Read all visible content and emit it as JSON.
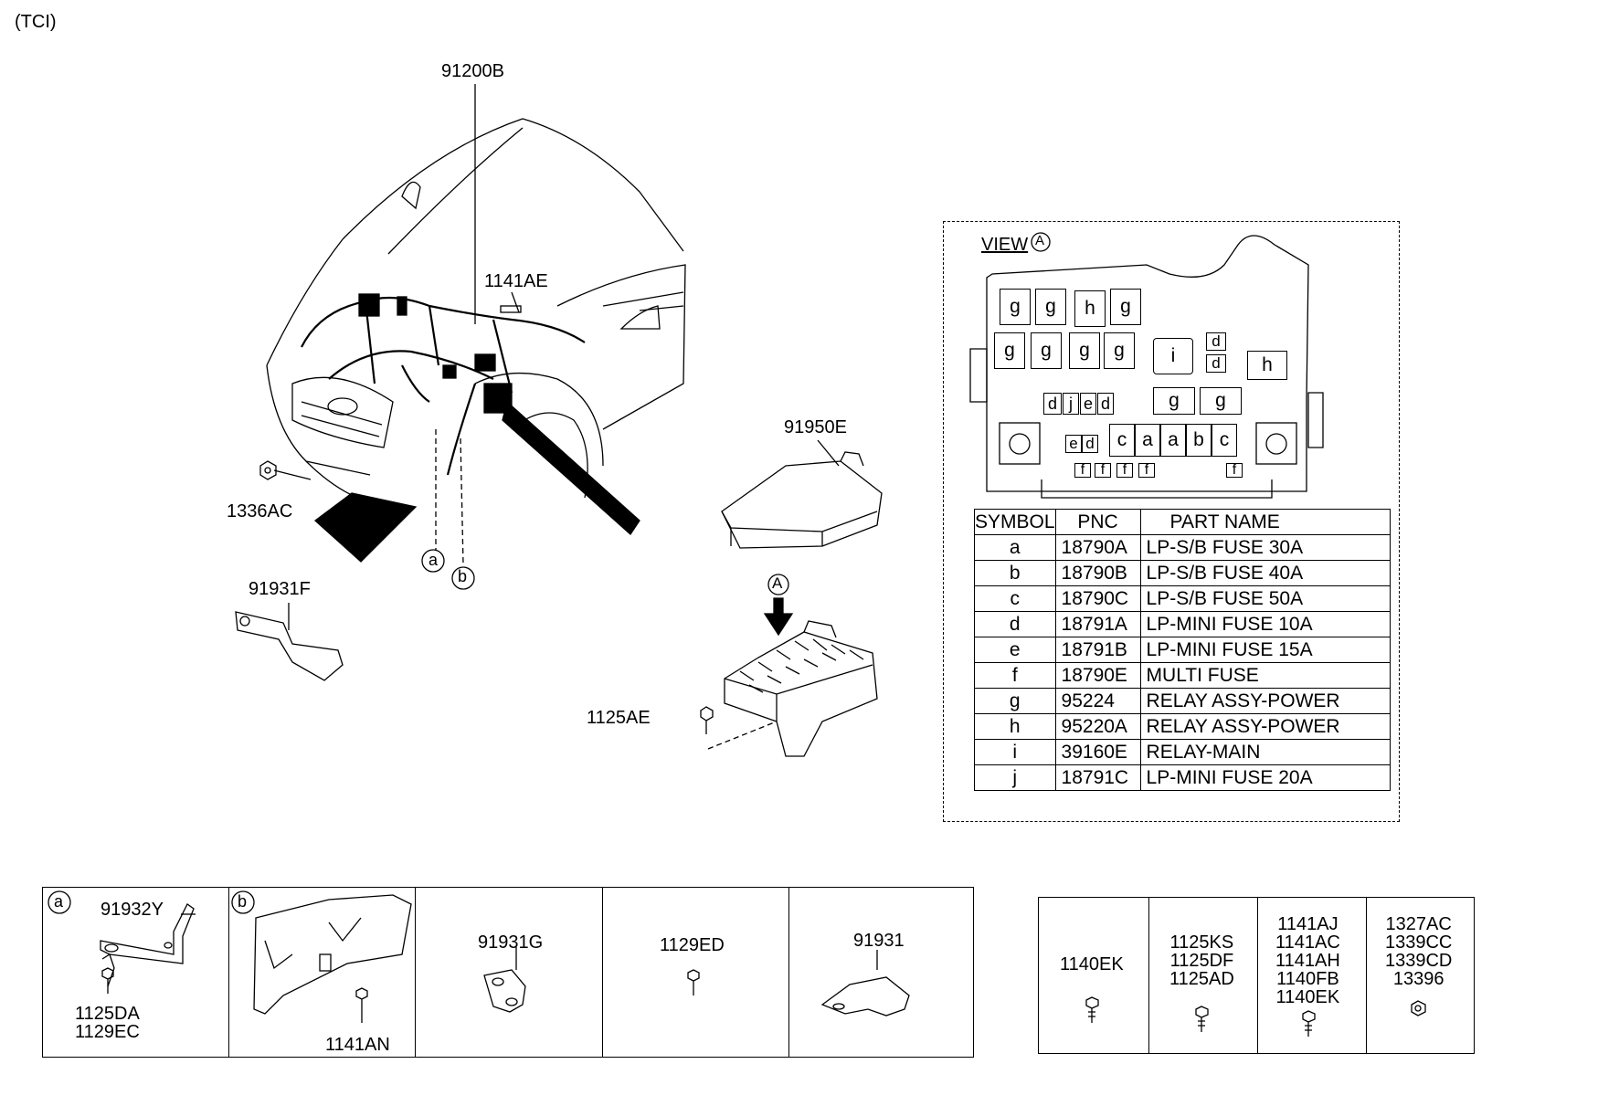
{
  "header": {
    "variant": "(TCI)"
  },
  "callouts": {
    "harness": "91200B",
    "bolt_top": "1141AE",
    "nut_left": "1336AC",
    "bracket_left": "91931F",
    "fuse_cover": "91950E",
    "view_marker": "A",
    "screw_box": "1125AE",
    "clip_a": "a",
    "clip_b": "b"
  },
  "view": {
    "title": "VIEW",
    "marker": "A",
    "fuse_labels": {
      "row1": [
        "g",
        "g",
        "h",
        "g"
      ],
      "row2": [
        "g",
        "g",
        "g",
        "g"
      ],
      "center": "i",
      "small_d": [
        "d",
        "d"
      ],
      "right_h": "h",
      "row3": [
        "d",
        "j",
        "e",
        "d"
      ],
      "row3_g": [
        "g",
        "g"
      ],
      "row4": [
        "e",
        "d"
      ],
      "row4_main": [
        "c",
        "a",
        "a",
        "b",
        "c"
      ],
      "row5": [
        "f",
        "f",
        "f",
        "f",
        "f"
      ]
    },
    "table": {
      "headers": [
        "SYMBOL",
        "PNC",
        "PART NAME"
      ],
      "rows": [
        {
          "symbol": "a",
          "pnc": "18790A",
          "name": "LP-S/B FUSE 30A"
        },
        {
          "symbol": "b",
          "pnc": "18790B",
          "name": "LP-S/B FUSE 40A"
        },
        {
          "symbol": "c",
          "pnc": "18790C",
          "name": "LP-S/B FUSE 50A"
        },
        {
          "symbol": "d",
          "pnc": "18791A",
          "name": "LP-MINI FUSE 10A"
        },
        {
          "symbol": "e",
          "pnc": "18791B",
          "name": "LP-MINI FUSE 15A"
        },
        {
          "symbol": "f",
          "pnc": "18790E",
          "name": "MULTI FUSE"
        },
        {
          "symbol": "g",
          "pnc": "95224",
          "name": "RELAY ASSY-POWER"
        },
        {
          "symbol": "h",
          "pnc": "95220A",
          "name": "RELAY ASSY-POWER"
        },
        {
          "symbol": "i",
          "pnc": "39160E",
          "name": "RELAY-MAIN"
        },
        {
          "symbol": "j",
          "pnc": "18791C",
          "name": "LP-MINI FUSE 20A"
        }
      ]
    }
  },
  "detail_strip": {
    "cells": [
      {
        "marker": "a",
        "parts": [
          "91932Y",
          "1125DA",
          "1129EC"
        ]
      },
      {
        "marker": "b",
        "parts": [
          "1141AN"
        ]
      },
      {
        "parts": [
          "91931G"
        ]
      },
      {
        "parts": [
          "1129ED"
        ]
      },
      {
        "parts": [
          "91931"
        ]
      }
    ]
  },
  "fastener_strip": {
    "cells": [
      {
        "parts": [
          "1140EK"
        ]
      },
      {
        "parts": [
          "1125KS",
          "1125DF",
          "1125AD"
        ]
      },
      {
        "parts": [
          "1141AJ",
          "1141AC",
          "1141AH",
          "1140FB",
          "1140EK"
        ]
      },
      {
        "parts": [
          "1327AC",
          "1339CC",
          "1339CD",
          "13396"
        ]
      }
    ]
  }
}
